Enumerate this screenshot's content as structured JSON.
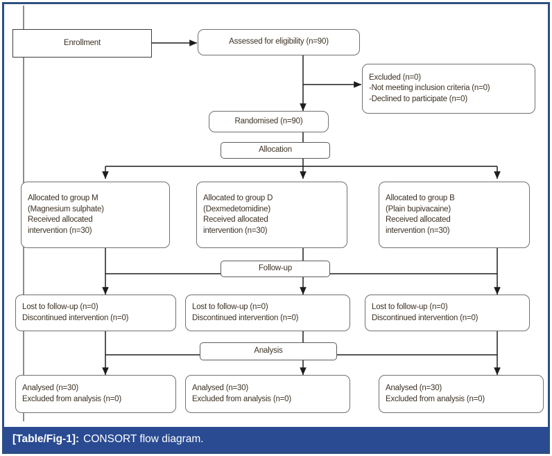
{
  "figure": {
    "caption_label": "[Table/Fig-1]:",
    "caption_text": "CONSORT flow diagram.",
    "accent_color": "#2a4b92",
    "frame_color": "#2d4f82",
    "node_border_color": "#6f6f6f",
    "text_color": "#3b3023"
  },
  "nodes": {
    "enrollment": {
      "label": "Enrollment"
    },
    "assessed": {
      "label": "Assessed for eligibility (n=90)"
    },
    "excluded": {
      "line1": "Excluded (n=0)",
      "line2": "-Not meeting inclusion criteria (n=0)",
      "line3": "-Declined to participate (n=0)"
    },
    "randomised": {
      "label": "Randomised (n=90)"
    },
    "allocation": {
      "label": "Allocation"
    },
    "alloc_m": {
      "line1": "Allocated to group M",
      "line2": "(Magnesium sulphate)",
      "line3": "Received allocated",
      "line4": "intervention (n=30)"
    },
    "alloc_d": {
      "line1": "Allocated to group D",
      "line2": "(Dexmedetomidine)",
      "line3": "Received allocated",
      "line4": "intervention (n=30)"
    },
    "alloc_b": {
      "line1": "Allocated to group B",
      "line2": "(Plain bupivacaine)",
      "line3": "Received allocated",
      "line4": "intervention (n=30)"
    },
    "followup": {
      "label": "Follow-up"
    },
    "follow_1": {
      "line1": "Lost to follow-up (n=0)",
      "line2": "Discontinued intervention (n=0)"
    },
    "follow_2": {
      "line1": "Lost to follow-up (n=0)",
      "line2": "Discontinued intervention (n=0)"
    },
    "follow_3": {
      "line1": "Lost to follow-up (n=0)",
      "line2": "Discontinued intervention (n=0)"
    },
    "analysis": {
      "label": "Analysis"
    },
    "analysed_1": {
      "line1": "Analysed (n=30)",
      "line2": "Excluded from analysis (n=0)"
    },
    "analysed_2": {
      "line1": "Analysed (n=30)",
      "line2": "Excluded from analysis (n=0)"
    },
    "analysed_3": {
      "line1": "Analysed (n=30)",
      "line2": "Excluded from analysis (n=0)"
    }
  }
}
